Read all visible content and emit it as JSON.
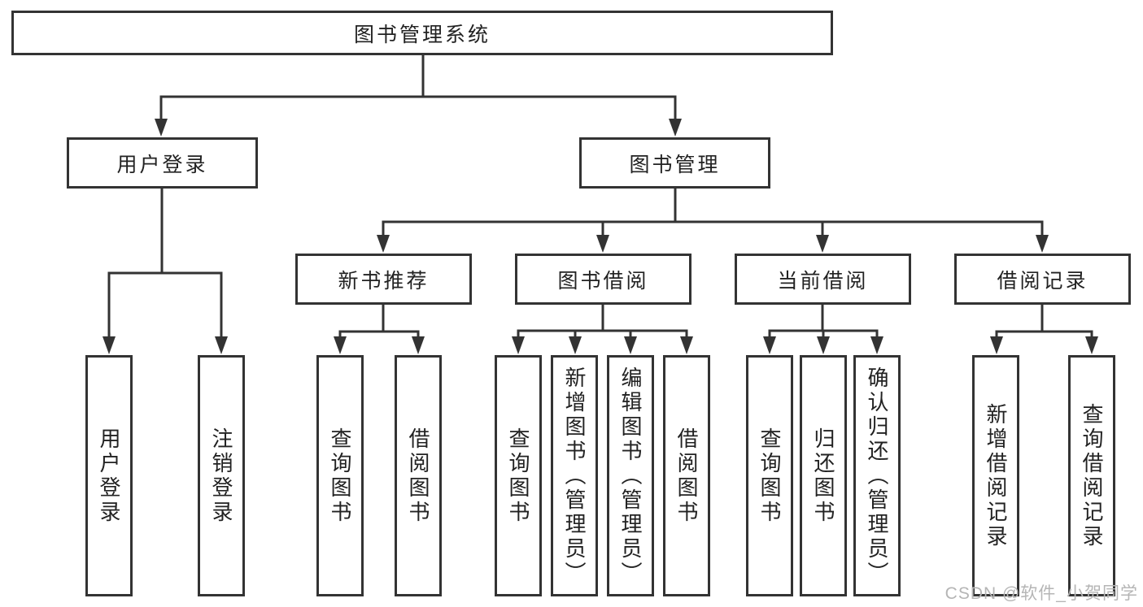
{
  "root": {
    "label": "图书管理系统"
  },
  "branches": {
    "user_login": {
      "label": "用户登录",
      "children": [
        "用户登录",
        "注销登录"
      ]
    },
    "book_management": {
      "label": "图书管理",
      "sections": {
        "new_book_recommend": {
          "label": "新书推荐",
          "children": [
            "查询图书",
            "借阅图书"
          ]
        },
        "book_borrowing": {
          "label": "图书借阅",
          "children": [
            "查询图书",
            "新增图书（管理员）",
            "编辑图书（管理员）",
            "借阅图书"
          ]
        },
        "current_borrowing": {
          "label": "当前借阅",
          "children": [
            "查询图书",
            "归还图书",
            "确认归还（管理员）"
          ]
        },
        "borrowing_records": {
          "label": "借阅记录",
          "children": [
            "新增借阅记录",
            "查询借阅记录"
          ]
        }
      }
    }
  },
  "watermark": "CSDN @软件_小贺同学",
  "colors": {
    "line": "#333333",
    "text": "#222222",
    "watermark": "#b5b5b5",
    "background": "#ffffff"
  }
}
